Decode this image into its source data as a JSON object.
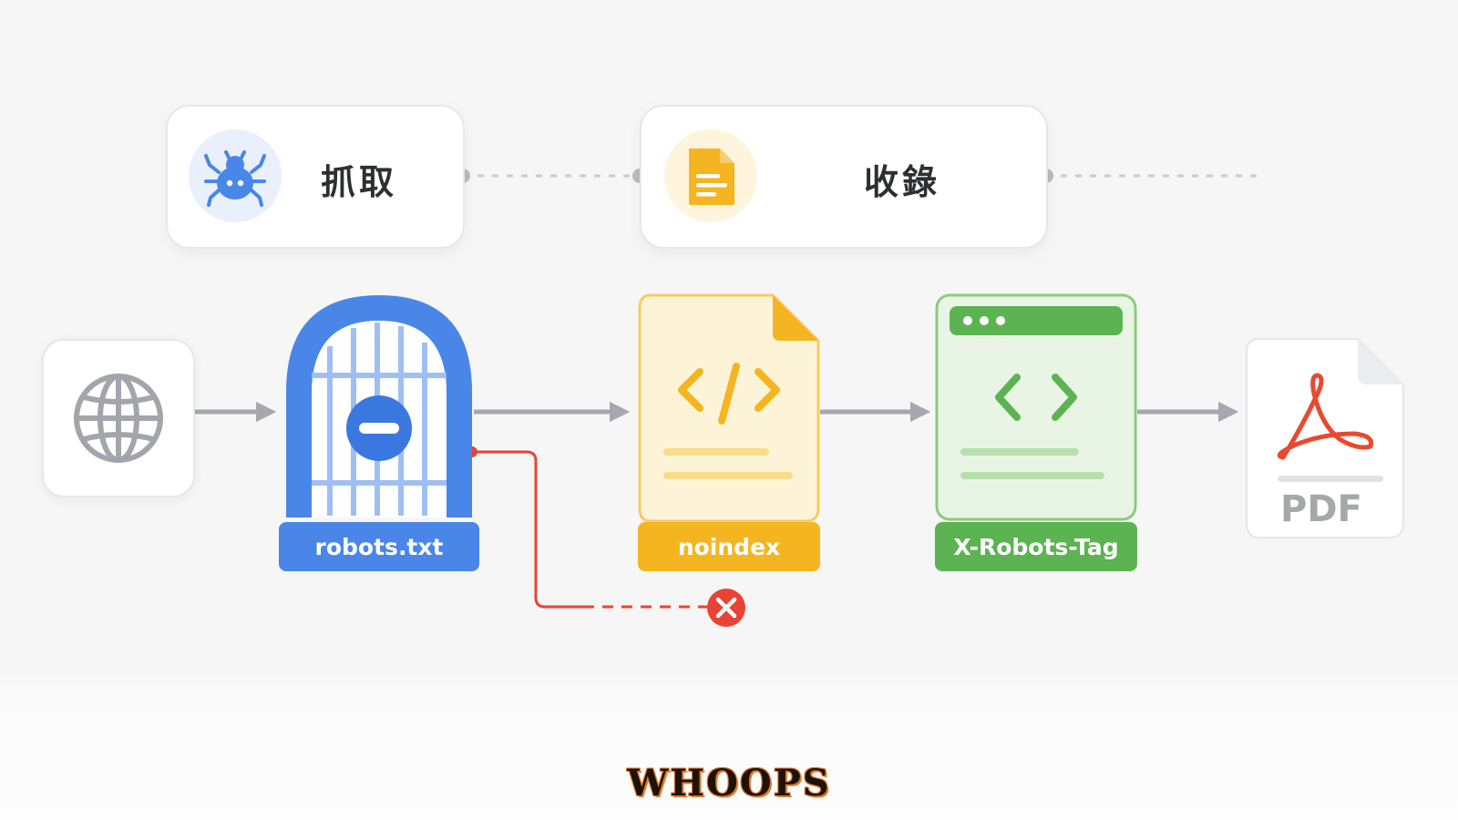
{
  "stages": {
    "crawl": {
      "label": "抓取",
      "icon": "spider-icon"
    },
    "index": {
      "label": "收錄",
      "icon": "document-icon"
    }
  },
  "nodes": {
    "web": {
      "icon": "globe-icon"
    },
    "robots": {
      "label": "robots.txt",
      "icon": "gate-blocked-icon",
      "color": "#4a86e8"
    },
    "noindex": {
      "label": "noindex",
      "icon": "code-file-icon",
      "color": "#f4b521"
    },
    "xrobots": {
      "label": "X-Robots-Tag",
      "icon": "code-browser-icon",
      "color": "#5cb352"
    },
    "pdf": {
      "label": "PDF",
      "icon": "pdf-acrobat-icon"
    }
  },
  "blocked": {
    "icon": "close-circle-icon",
    "color": "#ea4335"
  },
  "logo": {
    "text": "WHOOPS"
  }
}
